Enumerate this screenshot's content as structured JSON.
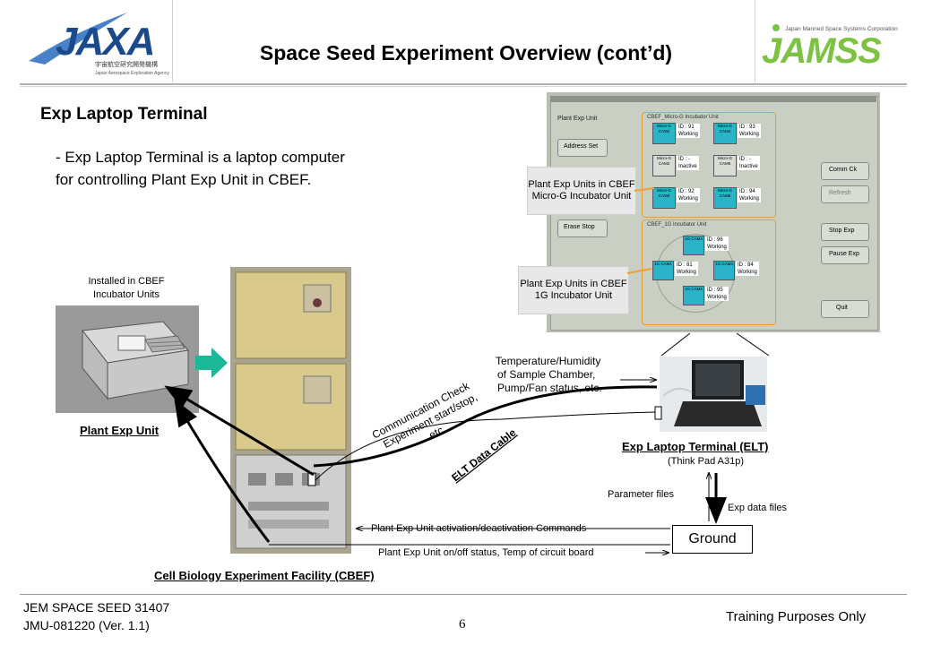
{
  "header": {
    "title": "Space Seed Experiment Overview (cont’d)",
    "logo_left_text": "JAXA",
    "logo_left_subtext": "宇宙航空研究開発機構",
    "logo_left_caption": "Japan Aerospace Exploration Agency",
    "logo_right_text": "JAMSS",
    "logo_right_caption": "Japan Manned Space Systems Corporation"
  },
  "section": {
    "heading": "Exp Laptop Terminal",
    "description_line1": "- Exp Laptop Terminal is a laptop computer",
    "description_line2": "for controlling Plant Exp Unit in CBEF."
  },
  "screen": {
    "menu_title": "Plant Exp Unit",
    "address_set": "Address Set",
    "erase_stop": "Erase Stop",
    "microg_group": "CBEF_Micro-G Incubator Unit",
    "oneg_group": "CBEF_1G Incubator Unit",
    "btn_comm": "Comm Ck",
    "btn_refresh": "Refresh",
    "btn_stop": "Stop Exp",
    "btn_pause": "Pause Exp",
    "btn_quit": "Quit",
    "microg_cells": [
      {
        "cam": "Micro-G CAM1",
        "id": "ID : 91",
        "status": "Working"
      },
      {
        "cam": "Micro-G CAM4",
        "id": "ID : 93",
        "status": "Working"
      },
      {
        "cam": "Micro-G CAM2",
        "id": "ID : -",
        "status": "Inactive"
      },
      {
        "cam": "Micro-G CAM5",
        "id": "ID : -",
        "status": "Inactive"
      },
      {
        "cam": "Micro-G CAM3",
        "id": "ID : 92",
        "status": "Working"
      },
      {
        "cam": "Micro-G CAM6",
        "id": "ID : 94",
        "status": "Working"
      }
    ],
    "oneg_cells": [
      {
        "cam": "1G CAM4",
        "id": "ID : 96",
        "status": "Working"
      },
      {
        "cam": "1G CAM1",
        "id": "ID : 81",
        "status": "Working"
      },
      {
        "cam": "1G CAM3",
        "id": "ID : 84",
        "status": "Working"
      },
      {
        "cam": "1G CAM2",
        "id": "ID : 95",
        "status": "Working"
      }
    ]
  },
  "callouts": {
    "microg": "Plant Exp Units in CBEF Micro-G Incubator Unit",
    "oneg": "Plant Exp Units in CBEF 1G Incubator Unit"
  },
  "labels": {
    "installed": "Installed in CBEF Incubator Units",
    "plant_exp_unit": "Plant Exp Unit",
    "cbef": "Cell Biology Experiment Facility (CBEF)",
    "temp_humidity_1": "Temperature/Humidity",
    "temp_humidity_2": "of Sample Chamber,",
    "temp_humidity_3": "Pump/Fan status, etc.",
    "comm_check_1": "Communication Check",
    "comm_check_2": "Experiment start/stop,",
    "comm_check_3": "etc.",
    "elt_cable": "ELT Data Cable",
    "elt": "Exp Laptop Terminal (ELT)",
    "elt_model": "(Think  Pad A31p)",
    "parameter_files": "Parameter  files",
    "exp_data_files": "Exp data files",
    "ground": "Ground",
    "activation_cmds": "Plant Exp Unit activation/deactivation Commands",
    "onoff_status": "Plant Exp Unit on/off status, Temp of circuit board"
  },
  "footer": {
    "doc_id": "JEM SPACE SEED 31407",
    "doc_ver": "JMU-081220 (Ver. 1.1)",
    "page_number": "6",
    "purpose": "Training Purposes Only"
  },
  "colors": {
    "accent_green": "#7dc242",
    "jaxa_blue": "#1a4a8c",
    "screen_bg": "#c9cfc3",
    "callout_line": "#f0a030",
    "arrow_teal": "#1ab896"
  }
}
